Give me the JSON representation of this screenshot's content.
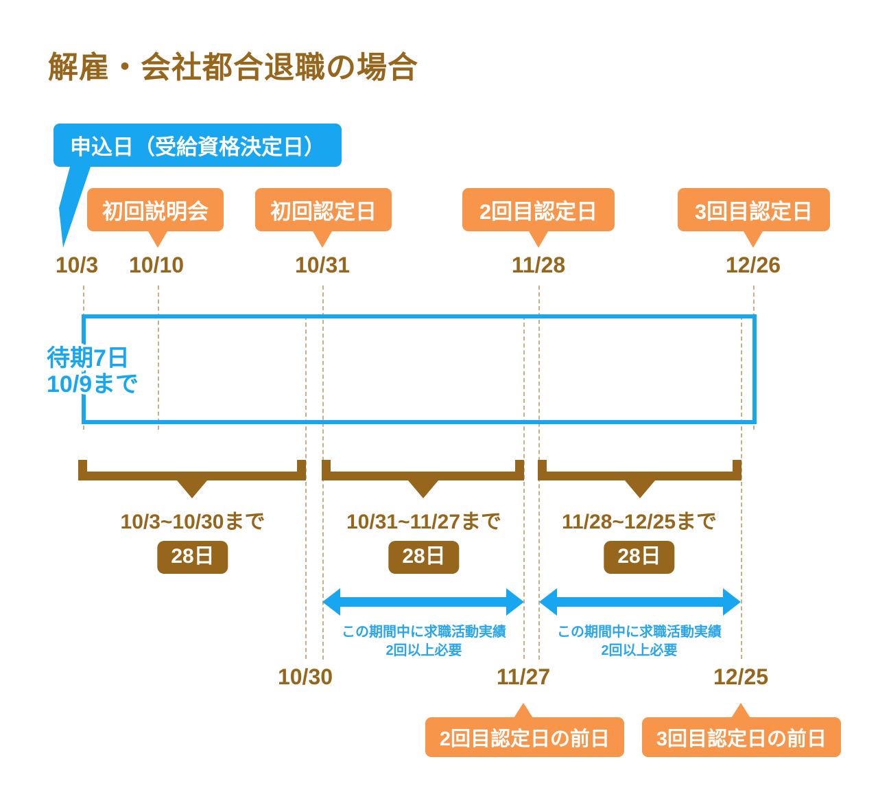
{
  "title": "解雇・会社都合退職の場合",
  "colors": {
    "brown": "#96661c",
    "orange": "#f7954a",
    "blue": "#17a6ef",
    "dash": "#c9ae86",
    "background": "#ffffff"
  },
  "callouts_top": [
    {
      "label": "申込日（受給資格決定日）",
      "color": "blue",
      "target_date": "10/3"
    },
    {
      "label": "初回説明会",
      "color": "orange",
      "target_date": "10/10"
    },
    {
      "label": "初回認定日",
      "color": "orange",
      "target_date": "10/31"
    },
    {
      "label": "2回目認定日",
      "color": "orange",
      "target_date": "11/28"
    },
    {
      "label": "3回目認定日",
      "color": "orange",
      "target_date": "12/26"
    }
  ],
  "dates_top": [
    "10/3",
    "10/10",
    "10/31",
    "11/28",
    "12/26"
  ],
  "dates_bottom": [
    "10/30",
    "11/27",
    "12/25"
  ],
  "waiting_period": {
    "line1": "待期7日",
    "line2": "10/9まで"
  },
  "segments": [
    {
      "range": "10/3~10/30まで",
      "days": "28日"
    },
    {
      "range": "10/31~11/27まで",
      "days": "28日"
    },
    {
      "range": "11/28~12/25まで",
      "days": "28日"
    }
  ],
  "activity_notes": [
    {
      "line1": "この期間中に求職活動実績",
      "line2": "2回以上必要"
    },
    {
      "line1": "この期間中に求職活動実績",
      "line2": "2回以上必要"
    }
  ],
  "callouts_bottom": [
    {
      "label": "2回目認定日の前日",
      "target_date": "11/27"
    },
    {
      "label": "3回目認定日の前日",
      "target_date": "12/25"
    }
  ]
}
